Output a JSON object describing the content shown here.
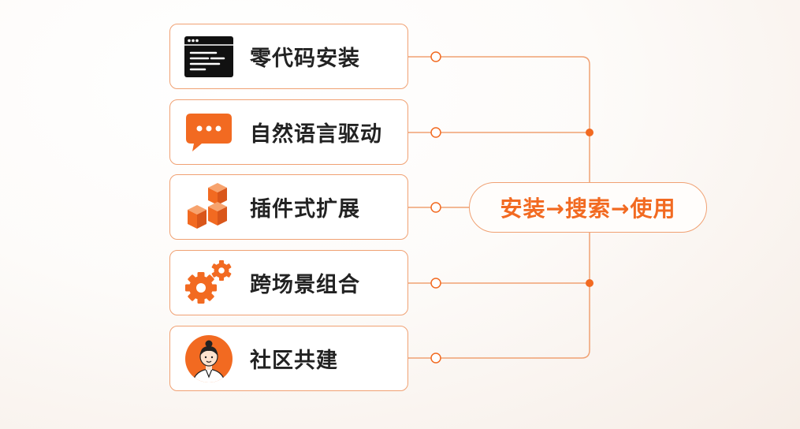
{
  "features": [
    {
      "label": "零代码安装",
      "icon": "terminal-window-icon"
    },
    {
      "label": "自然语言驱动",
      "icon": "chat-bubble-icon"
    },
    {
      "label": "插件式扩展",
      "icon": "stacked-cubes-icon"
    },
    {
      "label": "跨场景组合",
      "icon": "gears-icon"
    },
    {
      "label": "社区共建",
      "icon": "person-avatar-icon"
    }
  ],
  "workflow": {
    "label": "安装→搜索→使用"
  },
  "colors": {
    "accent": "#f26a21",
    "border": "#f0a173",
    "text": "#222222"
  }
}
